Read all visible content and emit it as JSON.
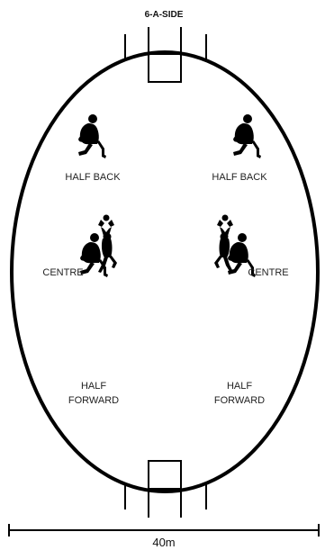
{
  "title": "6-A-SIDE",
  "field": {
    "line_color": "#000000",
    "background": "#ffffff"
  },
  "positions": [
    {
      "id": "half-back-left",
      "label": "HALF BACK",
      "icon": "player-running-icon"
    },
    {
      "id": "half-back-right",
      "label": "HALF BACK",
      "icon": "player-running-icon"
    },
    {
      "id": "centre-left",
      "label": "CENTRE",
      "icon": "player-leaping-icon"
    },
    {
      "id": "centre-right",
      "label": "CENTRE",
      "icon": "player-leaping-icon"
    },
    {
      "id": "half-forward-left",
      "label_line1": "HALF",
      "label_line2": "FORWARD",
      "icon": "player-running-icon"
    },
    {
      "id": "half-forward-right",
      "label_line1": "HALF",
      "label_line2": "FORWARD",
      "icon": "player-running-icon"
    }
  ],
  "dimension": {
    "width_label": "40m"
  }
}
